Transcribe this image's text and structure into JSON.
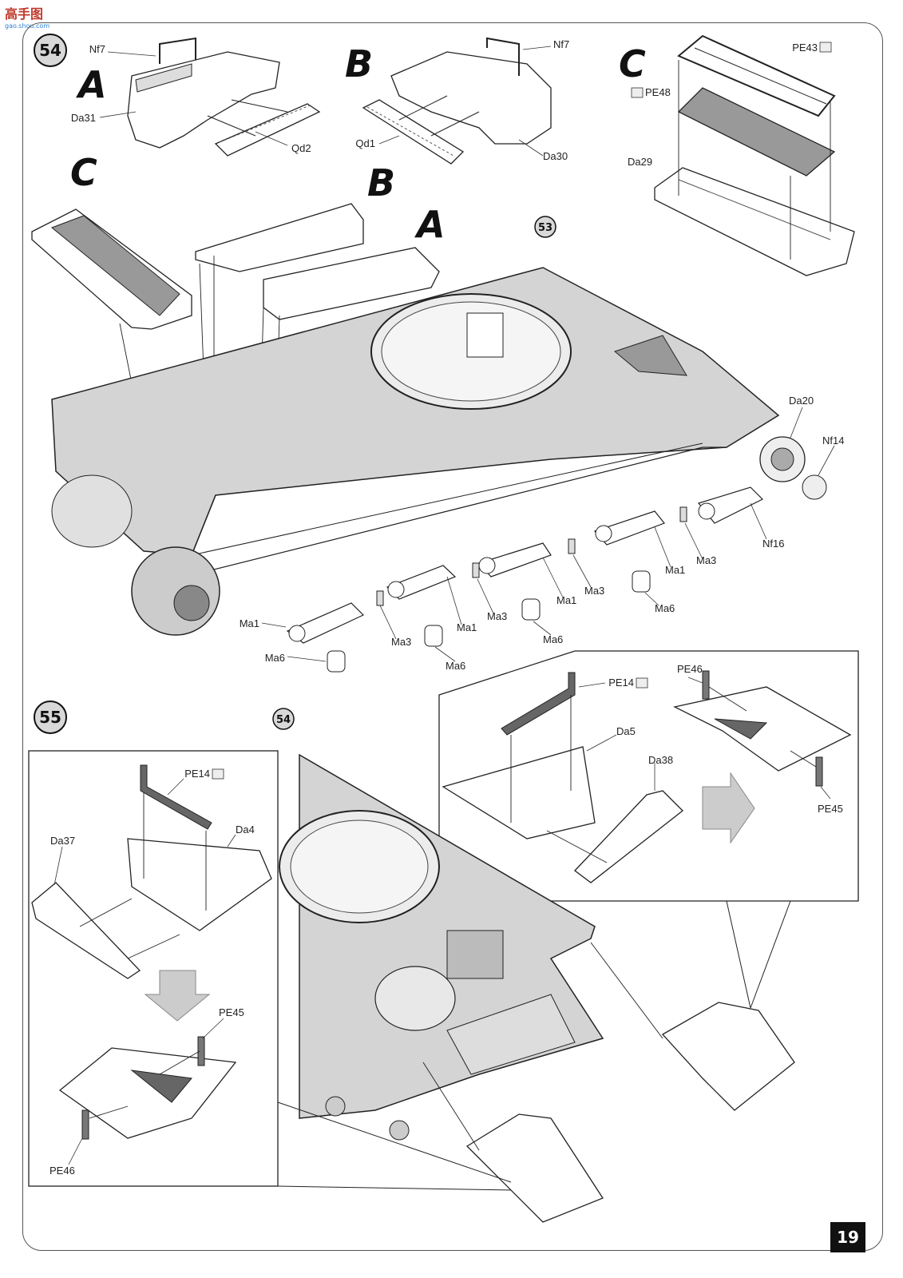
{
  "watermark": {
    "main": "高手图",
    "sub": "gao.shou.com"
  },
  "page_number": "19",
  "steps": [
    {
      "number": "54"
    },
    {
      "number": "55"
    }
  ],
  "reference_steps": {
    "r53": "53",
    "r54": "54"
  },
  "subassembly_letters": {
    "a": "A",
    "b": "B",
    "c": "C"
  },
  "part_labels": {
    "nf7_a": "Nf7",
    "da31": "Da31",
    "qd2": "Qd2",
    "nf7_b": "Nf7",
    "qd1": "Qd1",
    "da30": "Da30",
    "pe43": "PE43",
    "pe48": "PE48",
    "da29": "Da29",
    "da20": "Da20",
    "nf14": "Nf14",
    "nf16": "Nf16",
    "ma1_1": "Ma1",
    "ma1_2": "Ma1",
    "ma1_3": "Ma1",
    "ma1_4": "Ma1",
    "ma3_1": "Ma3",
    "ma3_2": "Ma3",
    "ma3_3": "Ma3",
    "ma3_4": "Ma3",
    "ma6_1": "Ma6",
    "ma6_2": "Ma6",
    "ma6_3": "Ma6",
    "ma6_4": "Ma6",
    "pe14_left": "PE14",
    "da4": "Da4",
    "da37": "Da37",
    "pe45_left": "PE45",
    "pe46_left": "PE46",
    "pe14_right": "PE14",
    "da5": "Da5",
    "da38": "Da38",
    "pe46_right": "PE46",
    "pe45_right": "PE45"
  }
}
